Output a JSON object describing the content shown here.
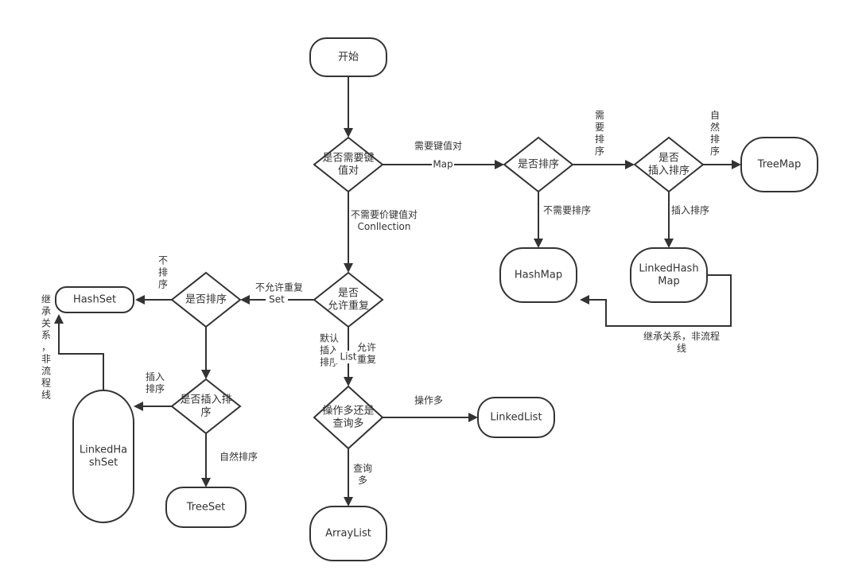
{
  "diagram": {
    "type": "flowchart",
    "colors": {
      "stroke": "#333333",
      "fill": "#ffffff",
      "text": "#333333"
    },
    "nodes": {
      "start": {
        "shape": "terminal",
        "lines": [
          "开始"
        ]
      },
      "need_kv": {
        "shape": "decision",
        "lines": [
          "是否需要键",
          "值对"
        ]
      },
      "map_sort": {
        "shape": "decision",
        "lines": [
          "是否排序"
        ]
      },
      "map_insert_sort": {
        "shape": "decision",
        "lines": [
          "是否",
          "插入排序"
        ]
      },
      "treemap": {
        "shape": "terminal",
        "lines": [
          "TreeMap"
        ]
      },
      "hashmap": {
        "shape": "terminal",
        "lines": [
          "HashMap"
        ]
      },
      "linkedhashmap": {
        "shape": "terminal",
        "lines": [
          "LinkedHash",
          "Map"
        ]
      },
      "allow_dup": {
        "shape": "decision",
        "lines": [
          "是否",
          "允许重复"
        ]
      },
      "set_sort": {
        "shape": "decision",
        "lines": [
          "是否排序"
        ]
      },
      "hashset": {
        "shape": "terminal",
        "lines": [
          "HashSet"
        ]
      },
      "set_insert_sort": {
        "shape": "decision",
        "lines": [
          "是否插入排",
          "序"
        ]
      },
      "linkedhashset": {
        "shape": "terminal",
        "lines": [
          "LinkedHa",
          "shSet"
        ]
      },
      "treeset": {
        "shape": "terminal",
        "lines": [
          "TreeSet"
        ]
      },
      "ops_or_query": {
        "shape": "decision",
        "lines": [
          "操作多还是",
          "查询多"
        ]
      },
      "linkedlist": {
        "shape": "terminal",
        "lines": [
          "LinkedList"
        ]
      },
      "arraylist": {
        "shape": "terminal",
        "lines": [
          "ArrayList"
        ]
      }
    },
    "edges": [
      {
        "from": "start",
        "to": "need_kv",
        "labels": []
      },
      {
        "from": "need_kv",
        "to": "map_sort",
        "labels": [
          [
            "需要键值对"
          ],
          [
            "Map"
          ]
        ]
      },
      {
        "from": "map_sort",
        "to": "map_insert_sort",
        "labels": [
          [
            "需",
            "要",
            "排",
            "序"
          ]
        ]
      },
      {
        "from": "map_insert_sort",
        "to": "treemap",
        "labels": [
          [
            "自",
            "然",
            "排",
            "序"
          ]
        ]
      },
      {
        "from": "map_sort",
        "to": "hashmap",
        "labels": [
          [
            "不需要排序"
          ]
        ]
      },
      {
        "from": "map_insert_sort",
        "to": "linkedhashmap",
        "labels": [
          [
            "插入排序"
          ]
        ]
      },
      {
        "from": "linkedhashmap",
        "to": "hashmap",
        "inheritance": true,
        "labels": [
          [
            "继承关系，非流程",
            "线"
          ]
        ]
      },
      {
        "from": "need_kv",
        "to": "allow_dup",
        "labels": [
          [
            "不需要价键值对",
            "Conllection"
          ]
        ]
      },
      {
        "from": "allow_dup",
        "to": "set_sort",
        "labels": [
          [
            "不允许重复"
          ],
          [
            "Set"
          ]
        ]
      },
      {
        "from": "set_sort",
        "to": "hashset",
        "labels": [
          [
            "不",
            "排",
            "序"
          ]
        ]
      },
      {
        "from": "set_sort",
        "to": "set_insert_sort",
        "labels": []
      },
      {
        "from": "set_insert_sort",
        "to": "linkedhashset",
        "labels": [
          [
            "插入",
            "排序"
          ]
        ]
      },
      {
        "from": "set_insert_sort",
        "to": "treeset",
        "labels": [
          [
            "自然排序"
          ]
        ]
      },
      {
        "from": "linkedhashset",
        "to": "hashset",
        "inheritance": true,
        "labels": [
          [
            "继",
            "承",
            "关",
            "系",
            "，",
            "非",
            "流",
            "程",
            "线"
          ]
        ]
      },
      {
        "from": "allow_dup",
        "to": "ops_or_query",
        "labels": [
          [
            "默认",
            "插入",
            "排序"
          ],
          [
            "List"
          ],
          [
            "允许",
            "重复"
          ]
        ]
      },
      {
        "from": "ops_or_query",
        "to": "linkedlist",
        "labels": [
          [
            "操作多"
          ]
        ]
      },
      {
        "from": "ops_or_query",
        "to": "arraylist",
        "labels": [
          [
            "查询",
            "多"
          ]
        ]
      }
    ]
  }
}
